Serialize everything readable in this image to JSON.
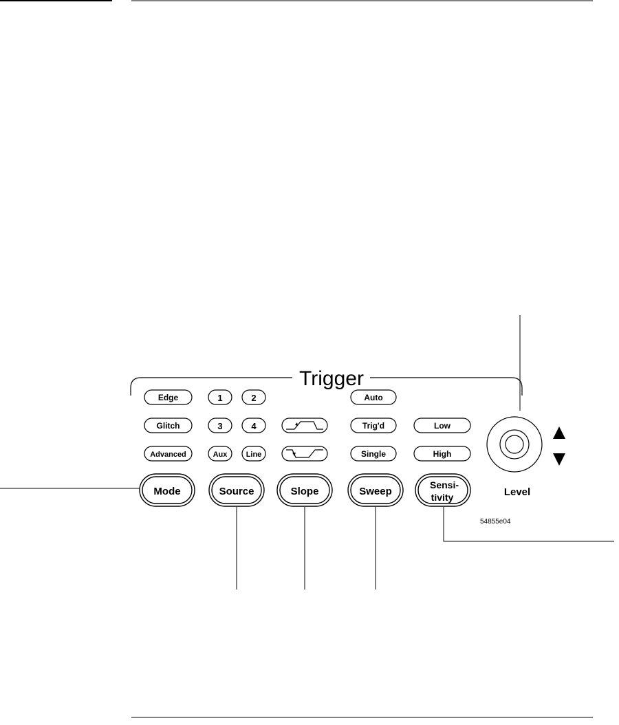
{
  "panel": {
    "title": "Trigger",
    "figure_id": "54855e04",
    "level_label": "Level",
    "level_up_icon": "up-triangle-icon",
    "level_down_icon": "down-triangle-icon"
  },
  "mode": {
    "label": "Mode",
    "options": [
      "Edge",
      "Glitch",
      "Advanced"
    ]
  },
  "source": {
    "label": "Source",
    "options": [
      "1",
      "2",
      "3",
      "4",
      "Aux",
      "Line"
    ]
  },
  "slope": {
    "label": "Slope",
    "options": [
      "rising-edge-icon",
      "falling-edge-icon"
    ]
  },
  "sweep": {
    "label": "Sweep",
    "options": [
      "Auto",
      "Trig'd",
      "Single"
    ]
  },
  "sensitivity": {
    "label_line1": "Sensi-",
    "label_line2": "tivity",
    "options": [
      "Low",
      "High"
    ]
  }
}
